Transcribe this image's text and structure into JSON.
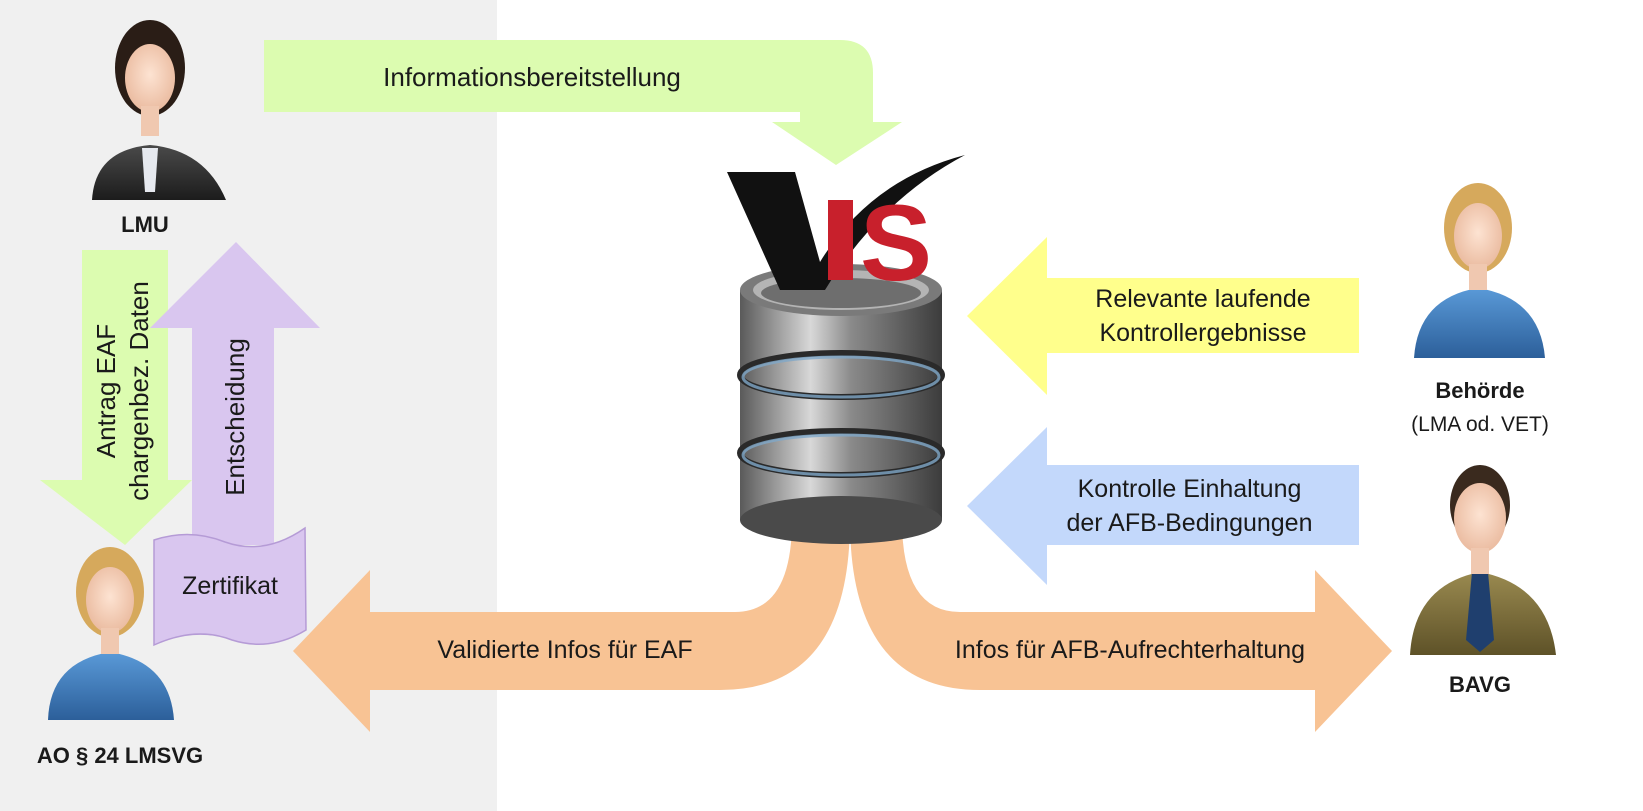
{
  "arrows": {
    "top": "Informationsbereitstellung",
    "lmu_down": [
      "Antrag EAF",
      "chargenbez. Daten"
    ],
    "decision_up": "Entscheidung",
    "yellow": [
      "Relevante laufende",
      "Kontrollergebnisse"
    ],
    "blue": [
      "Kontrolle Einhaltung",
      "der AFB-Bedingungen"
    ],
    "left_out": "Validierte Infos für EAF",
    "right_out": "Infos für AFB-Aufrechterhaltung"
  },
  "certificate": "Zertifikat",
  "actors": {
    "lmu": "LMU",
    "ao": "AO § 24 LMSVG",
    "authority": "Behörde",
    "authority_sub": "(LMA od. VET)",
    "bavg": "BAVG"
  },
  "logo": {
    "text": "VIS"
  },
  "colors": {
    "green": "#dcfcb0",
    "violet": "#d9c6ef",
    "yellow": "#ffff8c",
    "blue": "#c3d8fb",
    "orange": "#f8c394",
    "panel": "#f0f0f0"
  }
}
